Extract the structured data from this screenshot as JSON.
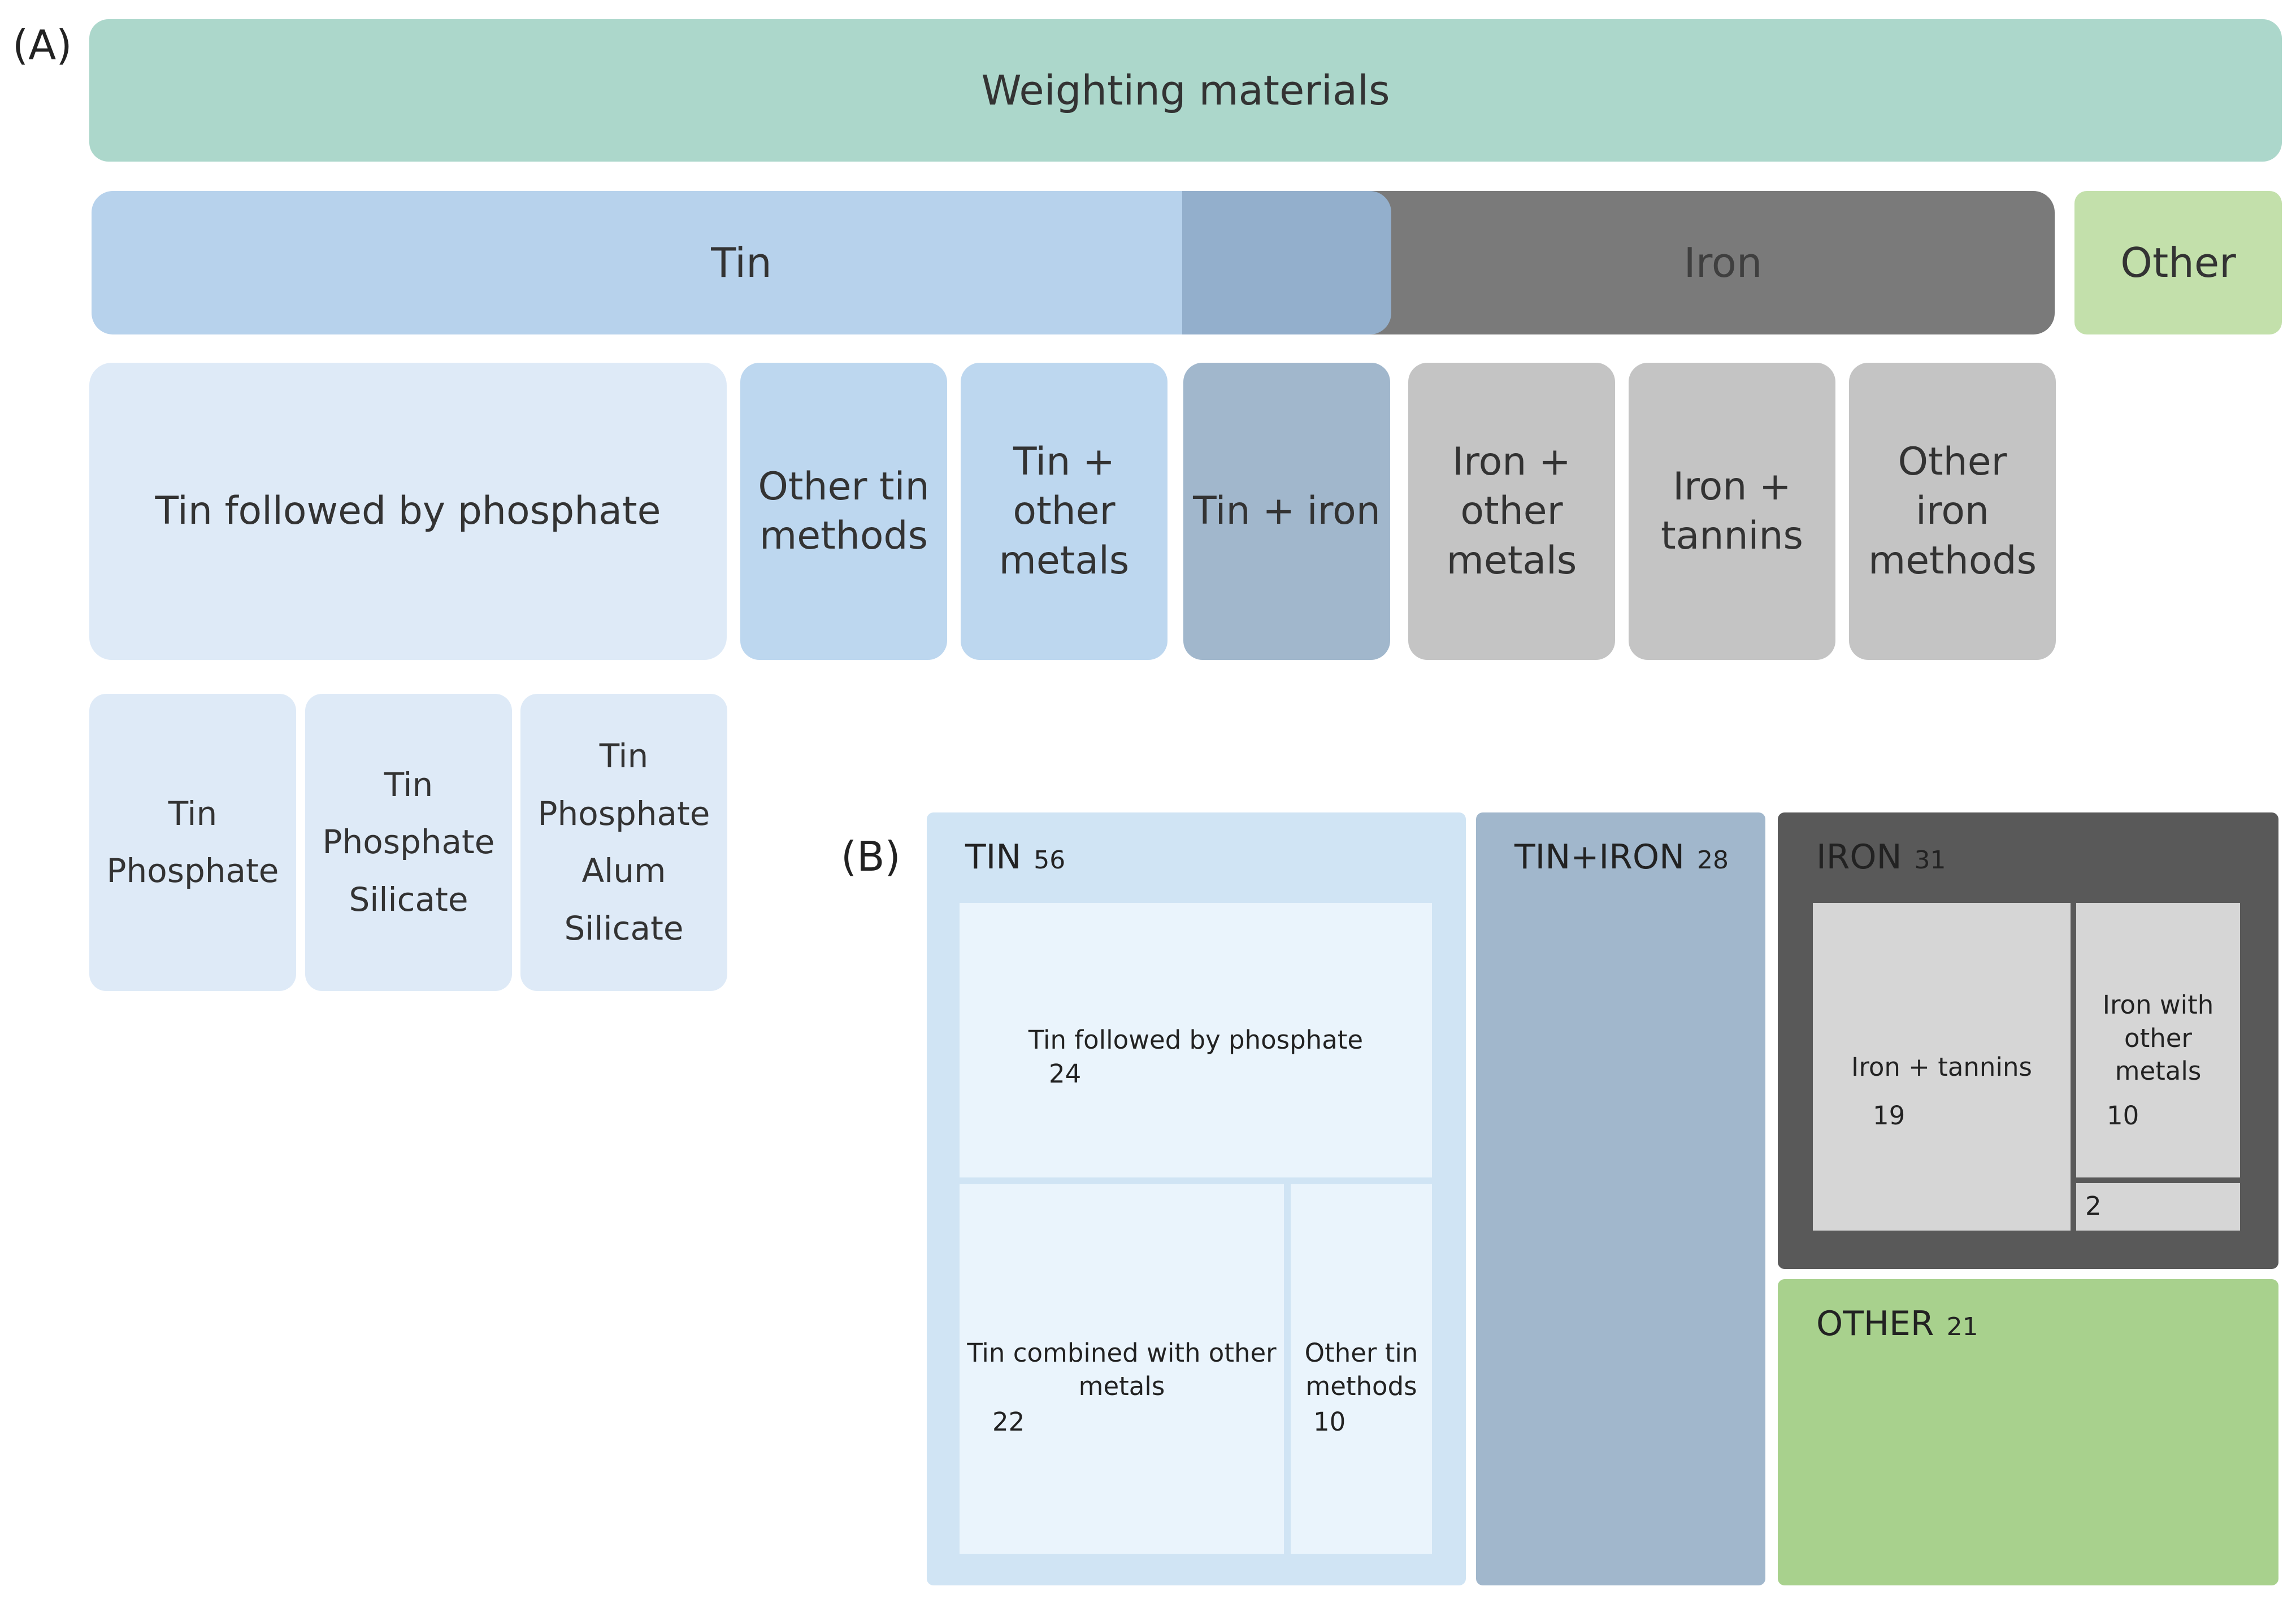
{
  "panel_a": {
    "label": "(A)",
    "root": "Weighting materials",
    "level1": {
      "tin": "Tin",
      "iron": "Iron",
      "other": "Other"
    },
    "level2": {
      "tin_phosphate": "Tin followed by phosphate",
      "other_tin": "Other tin\nmethods",
      "tin_other_metals": "Tin +\nother\nmetals",
      "tin_iron": "Tin + iron",
      "iron_other_metals": "Iron +\nother\nmetals",
      "iron_tannins": "Iron +\ntannins",
      "other_iron": "Other\niron\nmethods"
    },
    "level3": {
      "tin_phos": "Tin\nPhosphate",
      "tin_phos_sil": "Tin\nPhosphate\nSilicate",
      "tin_phos_alum_sil": "Tin\nPhosphate\nAlum\nSilicate"
    }
  },
  "panel_b": {
    "label": "(B)",
    "groups": {
      "tin": {
        "name": "TIN",
        "value": "56"
      },
      "tin_iron": {
        "name": "TIN+IRON",
        "value": "28"
      },
      "iron": {
        "name": "IRON",
        "value": "31"
      },
      "other": {
        "name": "OTHER",
        "value": "21"
      }
    },
    "leaves": {
      "tin_phosphate": {
        "name": "Tin followed by phosphate",
        "value": "24"
      },
      "tin_combined": {
        "name": "Tin combined with other\nmetals",
        "value": "22"
      },
      "other_tin": {
        "name": "Other tin\nmethods",
        "value": "10"
      },
      "iron_tannins": {
        "name": "Iron + tannins",
        "value": "19"
      },
      "iron_other": {
        "name": "Iron with\nother\nmetals",
        "value": "10"
      },
      "iron_small": {
        "value": "2"
      }
    }
  },
  "colors": {
    "root": "#acd7cb",
    "tin": "#b7d2ec",
    "tin_iron_overlap": "#93afcc",
    "iron": "#7a7a7a",
    "other": "#c3e0ab",
    "tin_light": "#deeaf7",
    "tin_mid": "#bdd7ef",
    "tin_iron": "#a1b7cc",
    "iron_light": "#c4c4c4",
    "tm_tin": "#d0e4f4",
    "tm_tin_leaf": "#eaf4fc",
    "tm_iron": "#595959",
    "tm_iron_leaf": "#d6d6d6",
    "tm_other": "#a8d18d"
  }
}
